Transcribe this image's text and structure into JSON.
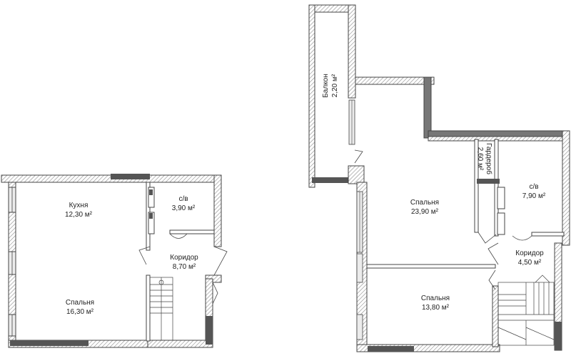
{
  "colors": {
    "wall_hatch": "#9a9a9a",
    "wall_line": "#444444",
    "dark_wall": "#555555",
    "window": "#dcdcdc",
    "text": "#222222"
  },
  "rooms": {
    "left": {
      "kitchen": {
        "name": "Кухня",
        "area": "12,30 м²"
      },
      "bath": {
        "name": "с/в",
        "area": "3,90 м²"
      },
      "corridor": {
        "name": "Коридор",
        "area": "8,70 м²"
      },
      "bedroom": {
        "name": "Спальня",
        "area": "16,30 м²"
      }
    },
    "right": {
      "balcony": {
        "name": "Балкон",
        "area": "2,20 м²"
      },
      "bedroom_big": {
        "name": "Спальня",
        "area": "23,90 м²"
      },
      "wardrobe": {
        "name": "Гардероб",
        "area": "2,60 м²"
      },
      "bath": {
        "name": "с/в",
        "area": "7,90 м²"
      },
      "corridor": {
        "name": "Коридор",
        "area": "4,50 м²"
      },
      "bedroom_small": {
        "name": "Спальня",
        "area": "13,80 м²"
      }
    }
  }
}
